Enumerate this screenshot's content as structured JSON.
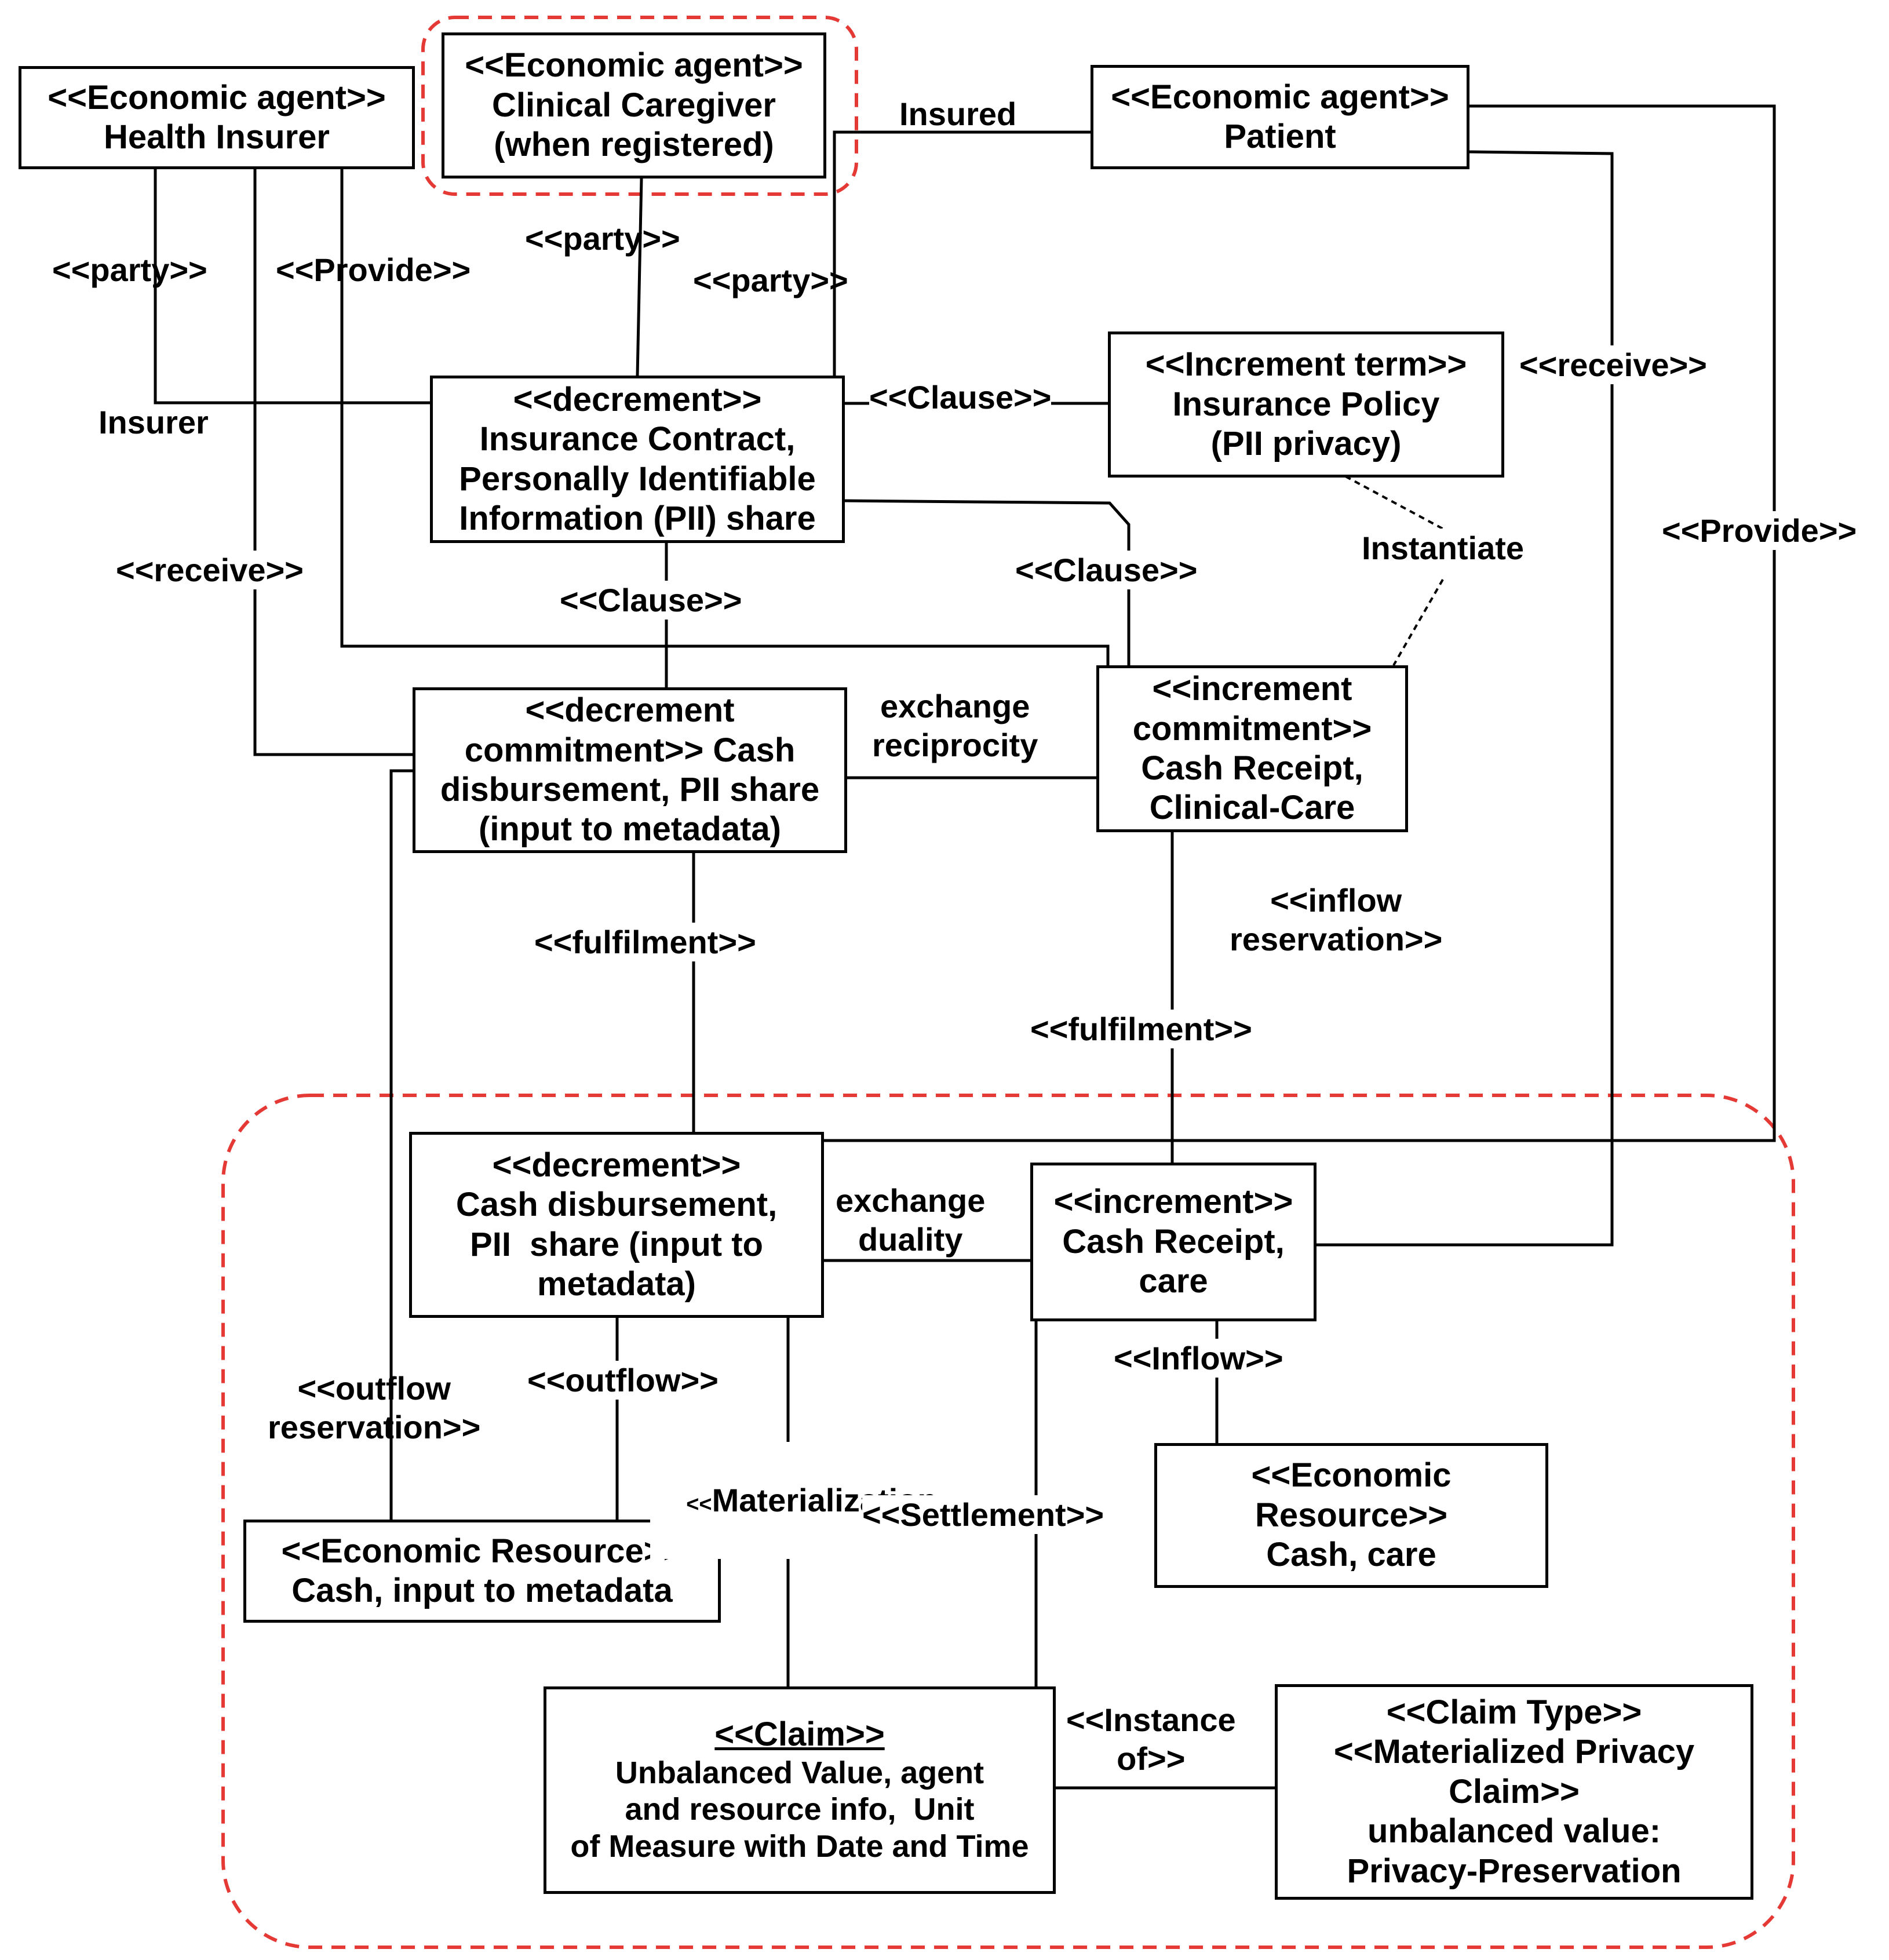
{
  "colors": {
    "line": "#000000",
    "highlight": "#e53935",
    "background": "#ffffff"
  },
  "boxes": {
    "health_insurer": {
      "line1": "<<Economic agent>>",
      "line2": "Health Insurer"
    },
    "clinical_caregiver": {
      "line1": "<<Economic agent>>",
      "line2": "Clinical Caregiver",
      "line3": "(when registered)"
    },
    "patient": {
      "line1": "<<Economic agent>>",
      "line2": "Patient"
    },
    "insurance_contract": {
      "line1": "<<decrement>>",
      "line2": "Insurance Contract,",
      "line3": "Personally Identifiable",
      "line4": "Information (PII) share"
    },
    "insurance_policy": {
      "line1": "<<Increment term>>",
      "line2": "Insurance Policy",
      "line3": "(PII privacy)"
    },
    "decrement_commitment": {
      "line1": "<<decrement",
      "line2": "commitment>> Cash",
      "line3": "disbursement, PII share",
      "line4": "(input to metadata)"
    },
    "increment_commitment": {
      "line1": "<<increment",
      "line2": "commitment>>",
      "line3": "Cash Receipt,",
      "line4": "Clinical-Care"
    },
    "decrement_event": {
      "line1": "<<decrement>>",
      "line2": "Cash disbursement,",
      "line3": "PII  share (input to",
      "line4": "metadata)"
    },
    "increment_event": {
      "line1": "<<increment>>",
      "line2": "Cash Receipt,",
      "line3": "care"
    },
    "resource_cash_metadata": {
      "line1": "<<Economic Resource>>",
      "line2": "Cash, input to metadata"
    },
    "resource_cash_care": {
      "line1": "<<Economic",
      "line2": "Resource>>",
      "line3": "Cash, care"
    },
    "claim": {
      "line1": "<<Claim>>",
      "line2": "Unbalanced Value, agent",
      "line3": "and resource info,  Unit",
      "line4": "of Measure with Date and Time"
    },
    "claim_type": {
      "line1": "<<Claim Type>>",
      "line2": "<<Materialized Privacy",
      "line3": "Claim>>",
      "line4": "unbalanced value:",
      "line5": "Privacy-Preservation"
    }
  },
  "labels": {
    "insured": "Insured",
    "party_left": "<<party>>",
    "provide_left": "<<Provide>>",
    "party_center": "<<party>>",
    "party_right": "<<party>>",
    "insurer": "Insurer",
    "clause_top": "<<Clause>>",
    "receive_right": "<<receive>>",
    "provide_right": "<<Provide>>",
    "instantiate": "Instantiate",
    "receive_left": "<<receive>>",
    "clause_mid": "<<Clause>>",
    "clause_right": "<<Clause>>",
    "exchange_reciprocity": "exchange\nreciprocity",
    "inflow_reservation": "<<inflow\nreservation>>",
    "fulfilment_left": "<<fulfilment>>",
    "fulfilment_right": "<<fulfilment>>",
    "exchange_duality": "exchange\nduality",
    "inflow": "<<Inflow>>",
    "outflow_reservation": "<<outflow\nreservation>>",
    "outflow": "<<outflow>>",
    "materialization_open": "<<",
    "materialization_word": "Materialization",
    "materialization_close": ">>",
    "settlement": "<<Settlement>>",
    "instance_of": "<<Instance\nof>>"
  }
}
